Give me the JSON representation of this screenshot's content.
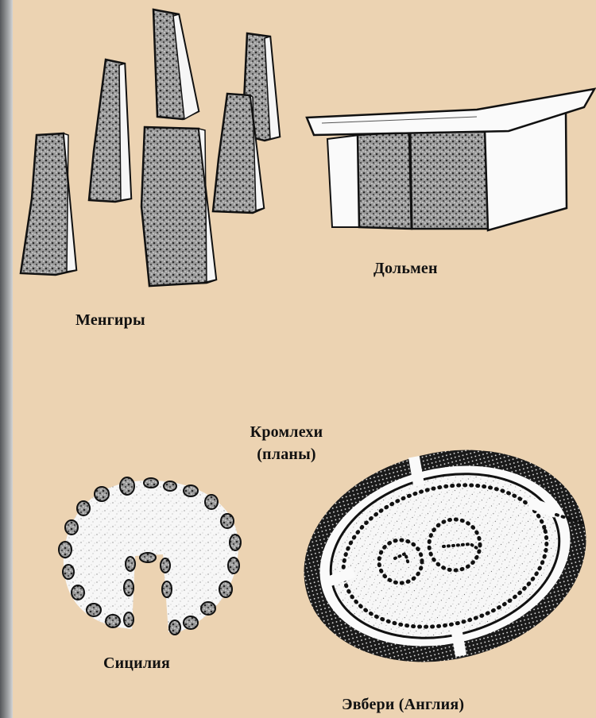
{
  "captions": {
    "menhirs": "Менгиры",
    "dolmen": "Дольмен",
    "cromlech_line1": "Кромлехи",
    "cromlech_line2": "(планы)",
    "sicily": "Сицилия",
    "avebury": "Эвбери (Англия)"
  }
}
